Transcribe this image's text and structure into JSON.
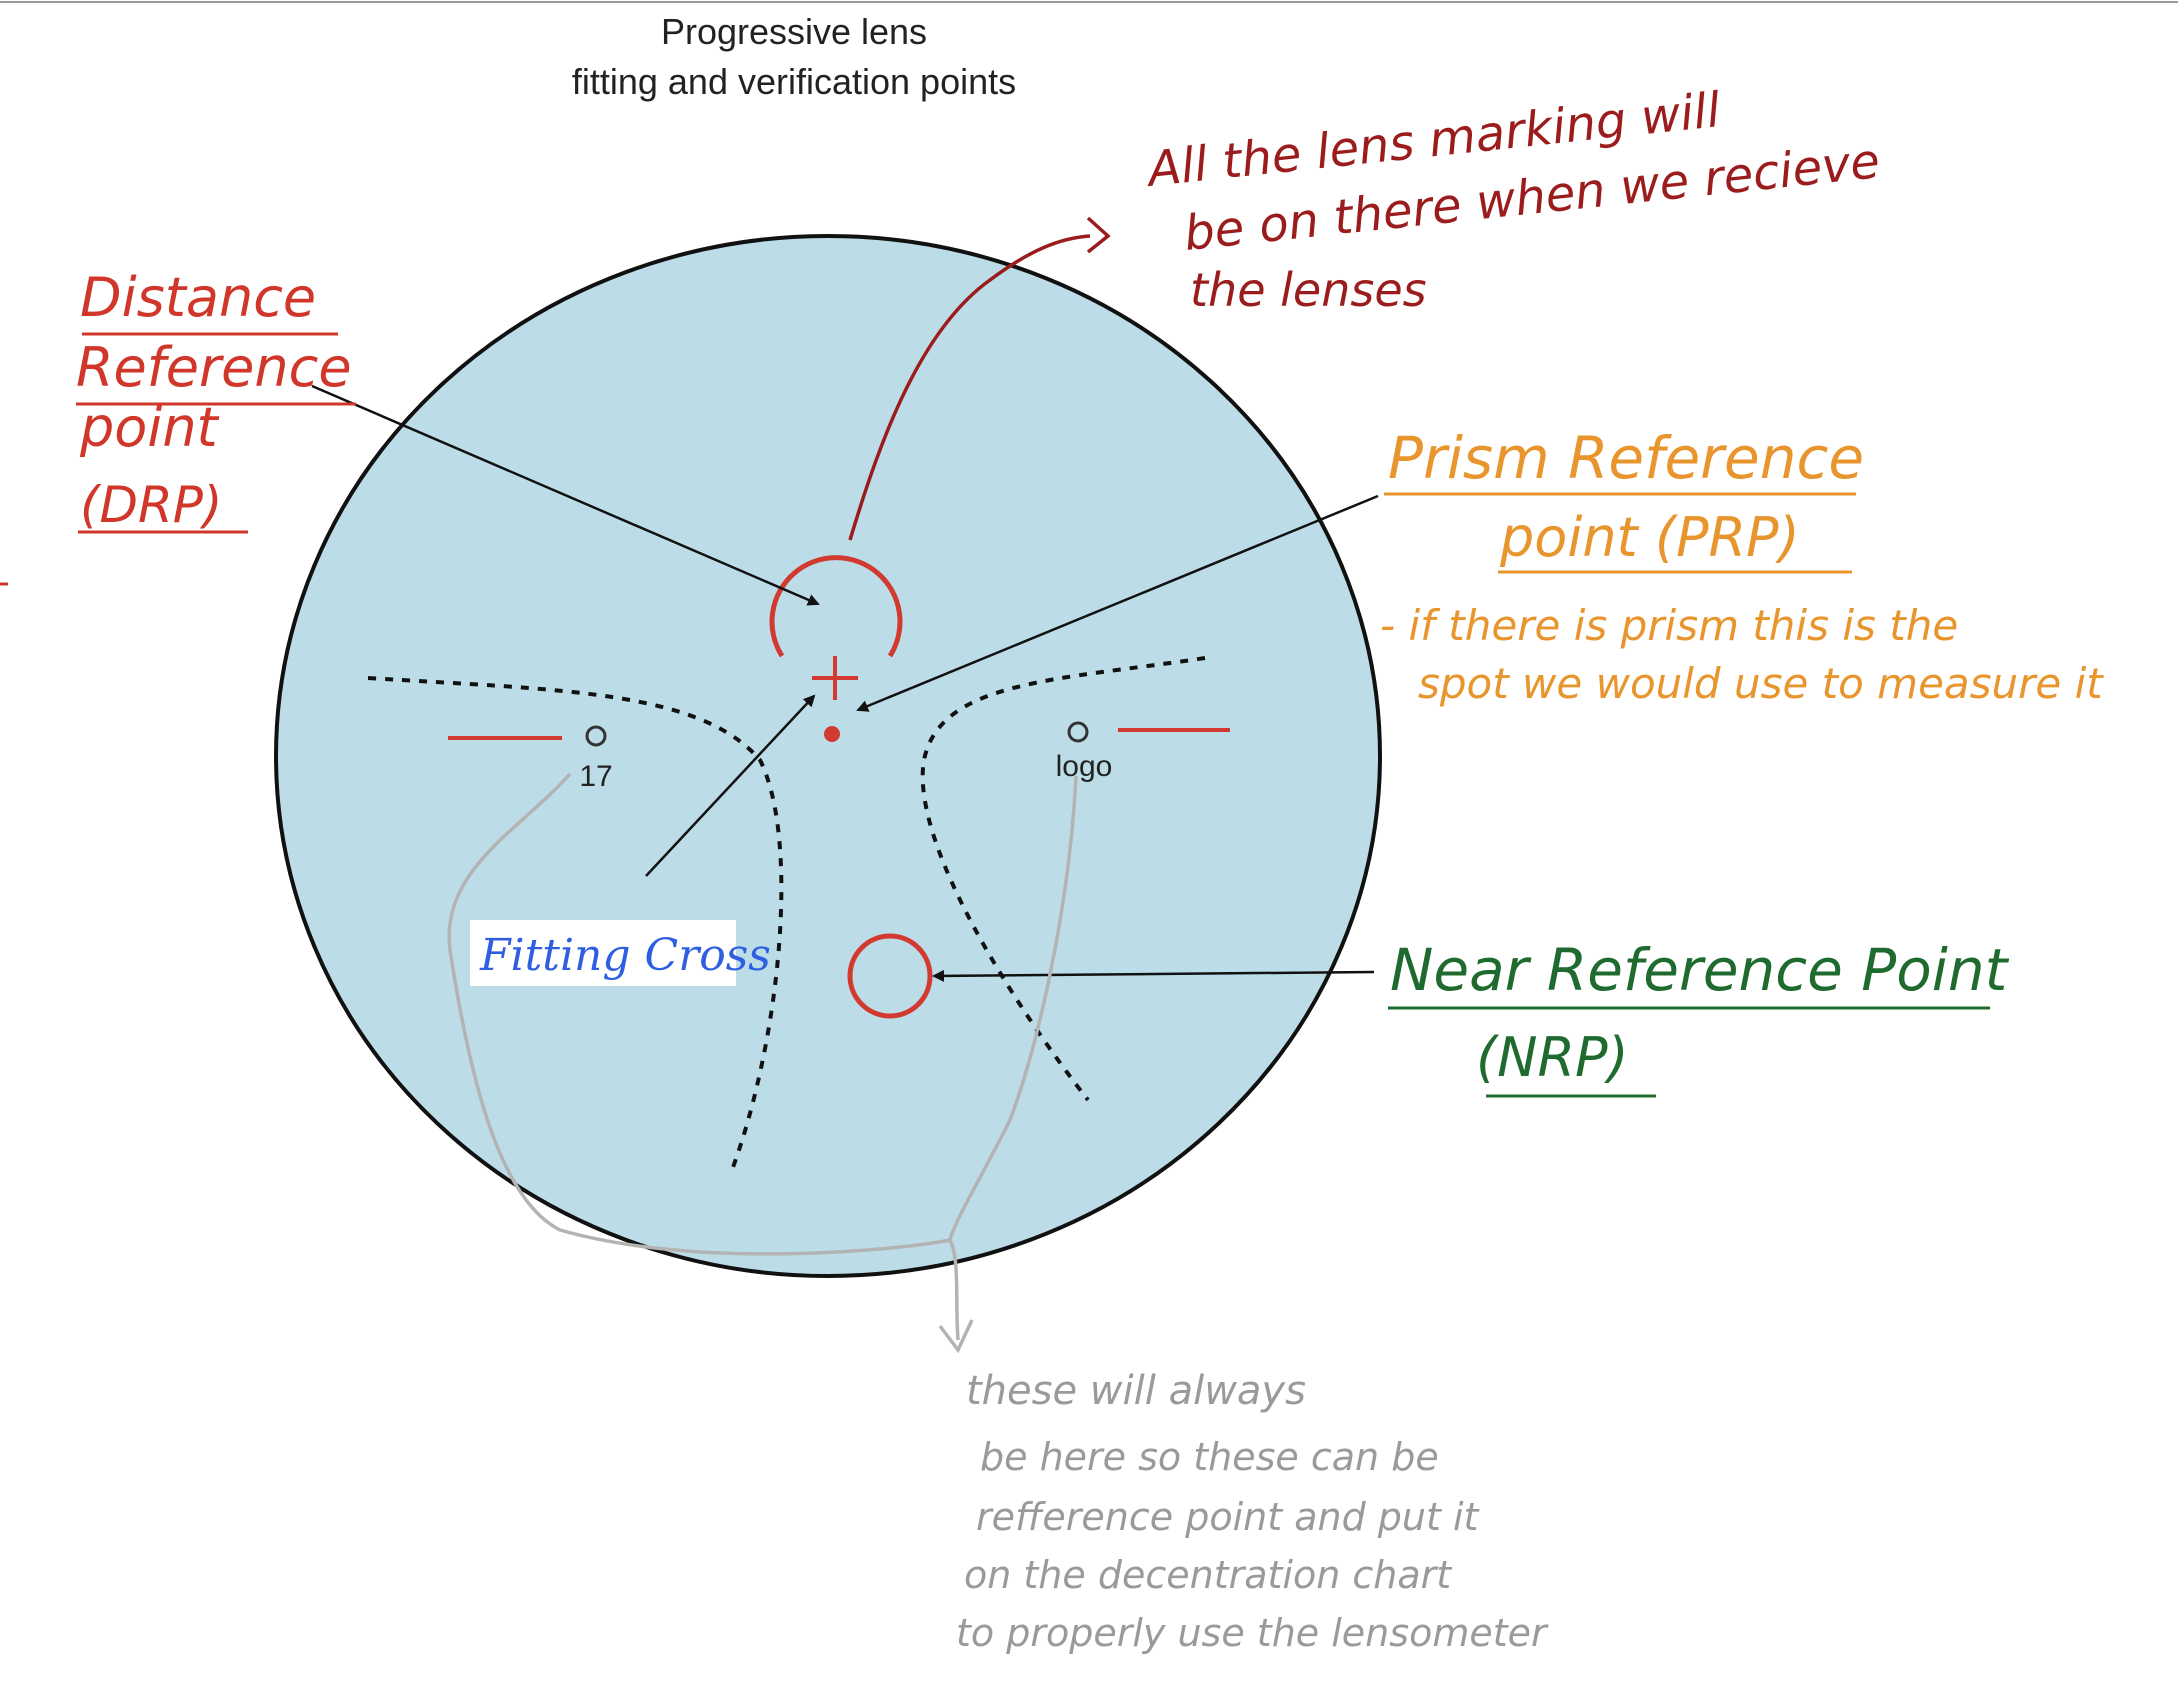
{
  "title": {
    "line1": "Progressive lens",
    "line2": "fitting and verification points"
  },
  "lens_marks": {
    "left_mark": "17",
    "right_mark": "logo"
  },
  "annotations": {
    "drp": {
      "lines": [
        "Distance",
        "Reference",
        "point",
        "(DRP)"
      ],
      "color": "#d0362a"
    },
    "top_note": {
      "lines": [
        "All the lens marking will",
        "be on there when we recieve",
        "the lenses"
      ],
      "color": "#9b1c1c"
    },
    "prp": {
      "lines": [
        "Prism Reference",
        "point (PRP)"
      ],
      "note": [
        "- if there is prism this is the",
        "spot we would use to measure it"
      ],
      "color": "#e8952e"
    },
    "fitting_cross": {
      "label": "Fitting Cross",
      "color": "#2f5fe0"
    },
    "nrp": {
      "lines": [
        "Near Reference Point",
        "(NRP)"
      ],
      "color": "#1f6b2f"
    },
    "bottom_note": {
      "lines": [
        "these will always",
        "be here so these can be",
        "refference point and put it",
        "on the decentration chart",
        "to properly use the lensometer"
      ],
      "color": "#9a9a9a"
    }
  },
  "colors": {
    "lens_fill": "#bcdde8",
    "lens_outline": "#111111",
    "mark_red": "#d23a30"
  }
}
